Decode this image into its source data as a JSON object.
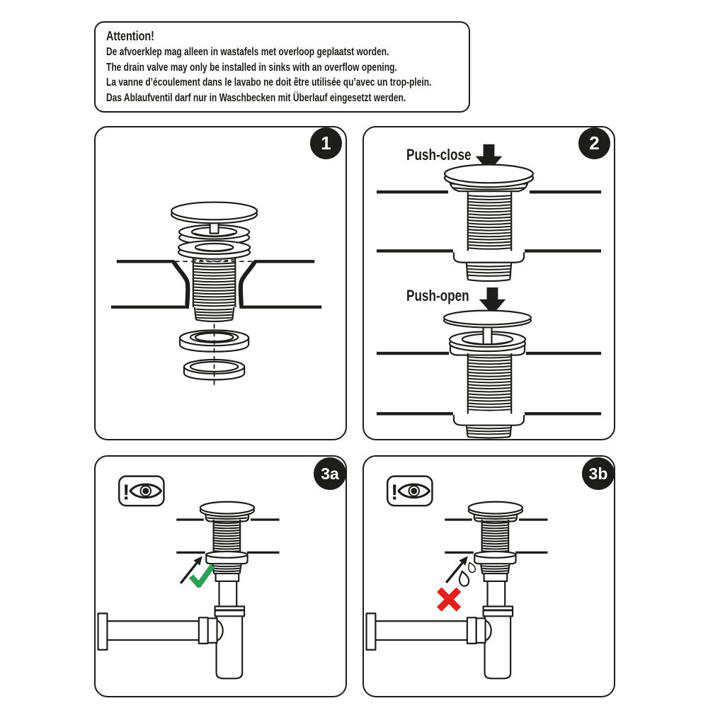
{
  "attention": {
    "title": "Attention!",
    "line_nl": "De afvoerklep mag alleen in wastafels met overloop geplaatst worden.",
    "line_en": "The drain valve may only be installed in sinks with an overflow opening.",
    "line_fr": "La vanne d’écoulement dans le lavabo ne doit être utilisée qu’avec un trop-plein.",
    "line_de": "Das Ablaufventil darf nur in Waschbecken mit Überlauf eingesetzt werden."
  },
  "panels": {
    "p1": {
      "badge": "1",
      "description": "exploded view of pop-up drain valve parts"
    },
    "p2": {
      "badge": "2",
      "push_close_label": "Push-close",
      "push_open_label": "Push-open"
    },
    "p3a": {
      "badge": "3a",
      "result": "correct installation - no leak (green check)"
    },
    "p3b": {
      "badge": "3b",
      "result": "incorrect installation - leaking joint (red cross)"
    }
  },
  "icons": {
    "alert_mark": "!",
    "eye_icon": "inspect-visually",
    "down_arrow": "press-direction",
    "check_icon": "correct",
    "cross_icon": "wrong",
    "drops_icon": "water-leak"
  },
  "colors": {
    "ink": "#1d1d1b",
    "check_green": "#2aa157",
    "cross_red": "#e3201b",
    "background": "#ffffff"
  }
}
